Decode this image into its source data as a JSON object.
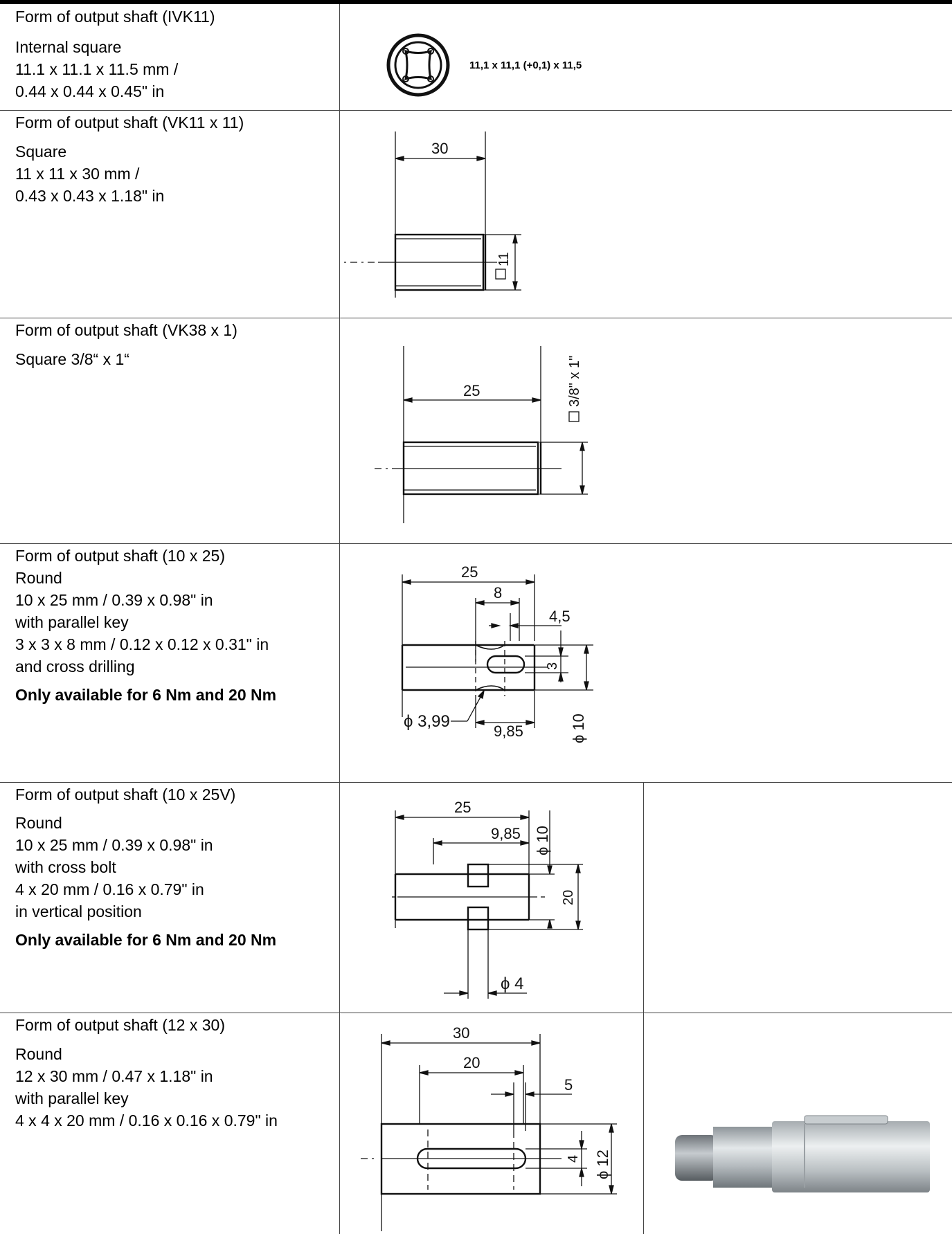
{
  "rows": [
    {
      "heading": "Form of output shaft (IVK11)",
      "lines": [
        "Internal square",
        "11.1 x 11.1 x 11.5 mm /",
        "0.44 x 0.44 x 0.45\" in"
      ],
      "dims": {
        "label": "11,1 x 11,1 (+0,1) x 11,5"
      }
    },
    {
      "heading": "Form of output shaft (VK11 x 11)",
      "lines": [
        "Square",
        "11 x 11 x 30 mm /",
        " 0.43 x 0.43 x 1.18\" in"
      ],
      "dims": {
        "length": "30",
        "square": "11"
      }
    },
    {
      "heading": "Form of output shaft (VK38 x 1)",
      "lines": [
        "Square 3/8“ x 1“"
      ],
      "dims": {
        "length": "25",
        "square": "3/8\" x 1\""
      }
    },
    {
      "heading": "Form of output shaft (10 x 25)",
      "lines": [
        "Round",
        "10 x 25 mm / 0.39 x 0.98\" in",
        "with parallel key",
        "3 x 3 x 8 mm / 0.12 x 0.12 x 0.31\" in",
        "and cross drilling"
      ],
      "note": "Only available for 6 Nm and 20 Nm",
      "dims": {
        "length": "25",
        "key": "8",
        "offset": "4,5",
        "key_width": "3",
        "drill": "3,99",
        "drill_pos": "9,85",
        "diameter": "10"
      }
    },
    {
      "heading": "Form of output shaft (10 x 25V)",
      "lines": [
        "Round",
        "10 x 25 mm / 0.39 x 0.98\" in",
        "with cross bolt",
        "4 x 20 mm /  0.16 x 0.79\" in",
        "in vertical position"
      ],
      "note": "Only available for 6 Nm and 20 Nm",
      "dims": {
        "length": "25",
        "bolt_pos": "9,85",
        "diameter": "10",
        "bolt_length": "20",
        "bolt_diameter": "4"
      }
    },
    {
      "heading": "Form of output shaft (12 x 30)",
      "lines": [
        "Round",
        "12 x 30 mm / 0.47 x 1.18\" in",
        "with parallel key",
        "4 x 4 x 20 mm / 0.16 x 0.16 x 0.79\" in"
      ],
      "dims": {
        "length": "30",
        "key": "20",
        "offset": "5",
        "key_width": "4",
        "diameter": "12"
      }
    }
  ]
}
